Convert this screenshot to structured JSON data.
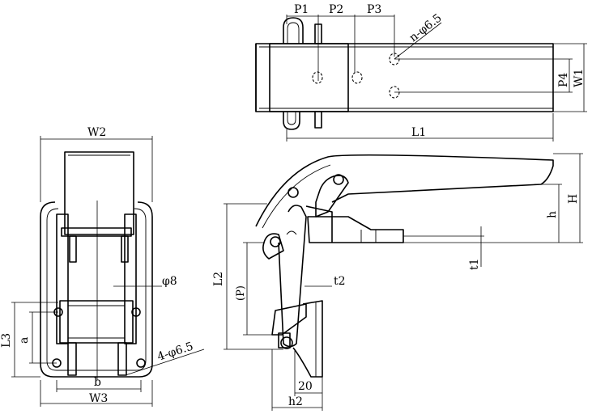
{
  "labels": {
    "p1": "P1",
    "p2": "P2",
    "p3": "P3",
    "n_phi": "n-φ6.5",
    "p4": "P4",
    "w1": "W1",
    "l1": "L1",
    "w2": "W2",
    "phi8": "φ8",
    "l3": "L3",
    "a": "a",
    "four_phi": "4-φ6.5",
    "b": "b",
    "w3": "W3",
    "h_upper": "H",
    "h_lower": "h",
    "t1": "t1",
    "l2": "L2",
    "p_paren": "(P)",
    "t2": "t2",
    "dim_20": "20",
    "h2": "h2"
  }
}
